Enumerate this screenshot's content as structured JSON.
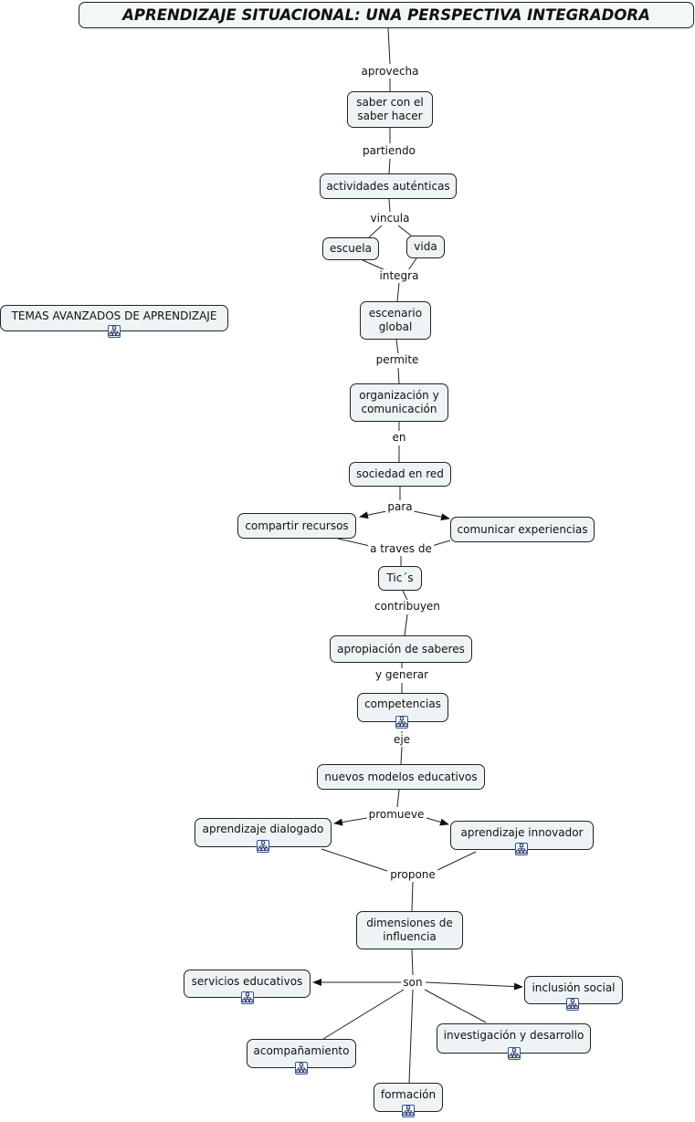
{
  "title": "APRENDIZAJE SITUACIONAL: UNA PERSPECTIVA INTEGRADORA",
  "nodes": {
    "saber": "saber con el\nsaber hacer",
    "actividades": "actividades auténticas",
    "escuela": "escuela",
    "vida": "vida",
    "escenario": "escenario\nglobal",
    "organizacion": "organización y\ncomunicación",
    "sociedad": "sociedad en red",
    "compartir": "compartir recursos",
    "comunicar": "comunicar experiencias",
    "tics": "Tic´s",
    "apropiacion": "apropiación de saberes",
    "competencias": "competencias",
    "nuevos": "nuevos modelos educativos",
    "dialogado": "aprendizaje dialogado",
    "innovador": "aprendizaje  innovador",
    "dimensiones": "dimensiones de\ninfluencia",
    "servicios": "servicios educativos",
    "inclusion": "inclusión social",
    "investigacion": "investigación y desarrollo",
    "acompanamiento": "acompañamiento",
    "formacion": "formación",
    "temas": "TEMAS AVANZADOS DE APRENDIZAJE"
  },
  "links": {
    "aprovecha": "aprovecha",
    "partiendo": "partiendo",
    "vincula": "vincula",
    "integra": "integra",
    "permite": "permite",
    "en": "en",
    "para": "para",
    "a_traves": "a traves de",
    "contribuyen": "contribuyen",
    "y_generar": "y generar",
    "eje": "eje",
    "promueve": "promueve",
    "propone": "propone",
    "son": "son"
  },
  "icons": {
    "submap": "concept-map-submap-icon",
    "line_color": "#222222",
    "icon_border": "#2a55a0"
  }
}
